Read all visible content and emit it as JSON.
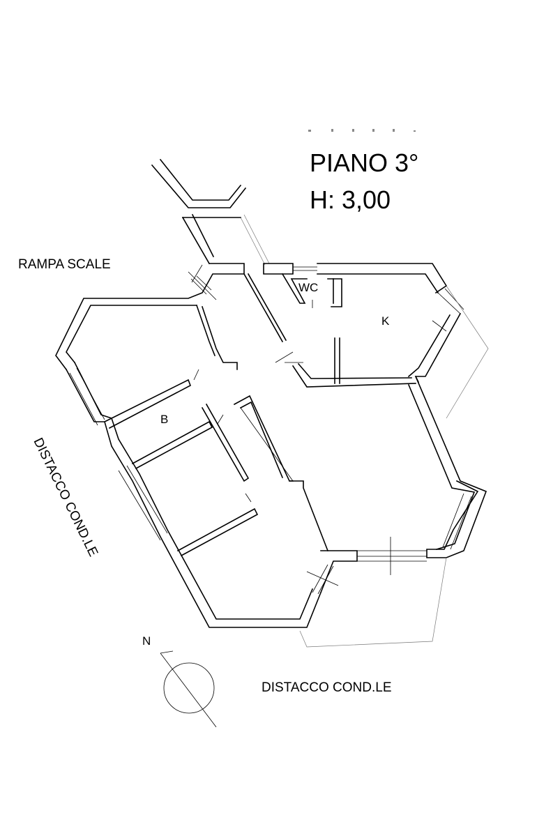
{
  "header": {
    "floor": "PIANO 3°",
    "height": "H: 3,00"
  },
  "labels": {
    "stairs": "RAMPA SCALE",
    "wc": "WC",
    "kitchen": "K",
    "bath": "B",
    "setback_side": "DISTACCO COND.LE",
    "setback_bottom": "DISTACCO COND.LE"
  },
  "compass": {
    "north": "N"
  }
}
